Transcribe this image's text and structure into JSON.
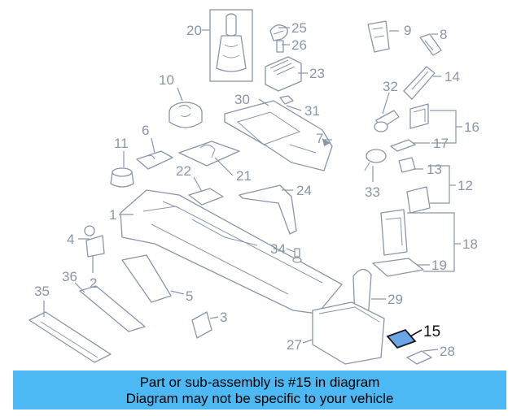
{
  "diagram": {
    "highlight_color": "#6aa6e8",
    "banner_color": "#4cb8f4",
    "labels": {
      "p1": "1",
      "p2": "2",
      "p3": "3",
      "p4": "4",
      "p5": "5",
      "p6": "6",
      "p7": "7",
      "p8": "8",
      "p9": "9",
      "p10": "10",
      "p11": "11",
      "p12": "12",
      "p13": "13",
      "p14": "14",
      "p15": "15",
      "p16": "16",
      "p17": "17",
      "p18": "18",
      "p19": "19",
      "p20": "20",
      "p21": "21",
      "p22": "22",
      "p23": "23",
      "p24": "24",
      "p25": "25",
      "p26": "26",
      "p27": "27",
      "p28": "28",
      "p29": "29",
      "p30": "30",
      "p31": "31",
      "p32": "32",
      "p33": "33",
      "p34": "34",
      "p35": "35",
      "p36": "36"
    },
    "highlighted_part": "15"
  },
  "banner": {
    "line1": "Part or sub-assembly is #15 in diagram",
    "line2": "Diagram may not be specific to your vehicle"
  }
}
